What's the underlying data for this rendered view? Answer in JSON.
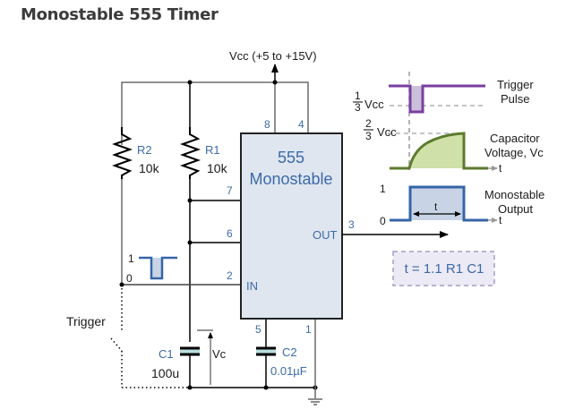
{
  "title": "Monostable 555 Timer",
  "supply": {
    "label": "Vcc (+5 to +15V)"
  },
  "ic": {
    "line1": "555",
    "line2": "Monostable",
    "out_label": "OUT",
    "in_label": "IN",
    "pins": {
      "p8": "8",
      "p4": "4",
      "p7": "7",
      "p6": "6",
      "p2": "2",
      "p3": "3",
      "p5": "5",
      "p1": "1"
    }
  },
  "components": {
    "r2": {
      "name": "R2",
      "value": "10k"
    },
    "r1": {
      "name": "R1",
      "value": "10k"
    },
    "c1": {
      "name": "C1",
      "value": "100u"
    },
    "c2": {
      "name": "C2",
      "value": "0.01µF"
    },
    "vc": "Vc"
  },
  "trigger": {
    "label": "Trigger",
    "level_high": "1",
    "level_low": "0"
  },
  "waveforms": {
    "trigger_pulse": {
      "label_line1": "Trigger",
      "label_line2": "Pulse",
      "threshold_num": "1",
      "threshold_den": "3",
      "threshold_unit": "Vcc"
    },
    "capacitor": {
      "label_line1": "Capacitor",
      "label_line2": "Voltage, Vc",
      "threshold_num": "2",
      "threshold_den": "3",
      "threshold_unit": "Vcc",
      "axis": "t"
    },
    "output": {
      "label_line1": "Monostable",
      "label_line2": "Output",
      "level_high": "1",
      "level_low": "0",
      "axis": "t",
      "width_label": "t"
    }
  },
  "formula": "t = 1.1 R1 C1",
  "colors": {
    "ic_fill": "#dfe6f0",
    "trigger_wave": "#7a3fa0",
    "trigger_fill": "#cbbfdc",
    "cap_wave": "#5c7a2e",
    "cap_fill": "#cfe0a8",
    "out_wave": "#3565a8",
    "out_fill": "#c8d4e6",
    "cap_plate_fill": "#b8dede",
    "formula_bg": "#eceaf4",
    "formula_border": "#a99cc4"
  }
}
